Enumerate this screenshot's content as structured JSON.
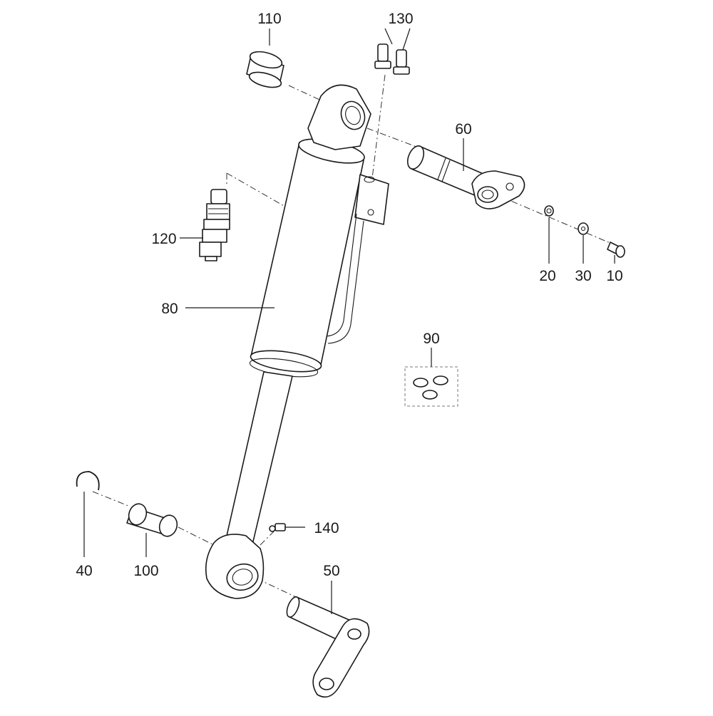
{
  "callouts": {
    "p10": "10",
    "p20": "20",
    "p30": "30",
    "p40": "40",
    "p50": "50",
    "p60": "60",
    "p80": "80",
    "p90": "90",
    "p100": "100",
    "p110": "110",
    "p120": "120",
    "p130": "130",
    "p140": "140"
  }
}
